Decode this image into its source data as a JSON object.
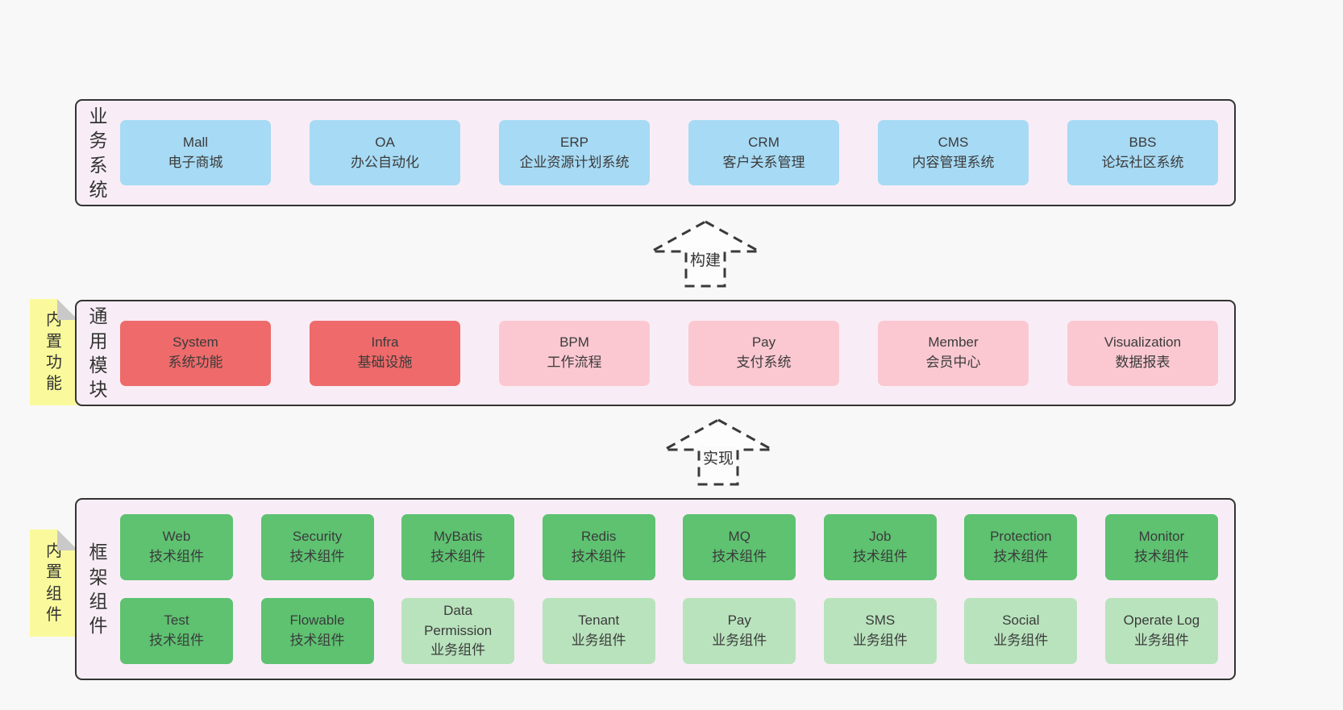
{
  "palette": {
    "page_bg": "#f8f8f8",
    "panel_bg": "#f8edf6",
    "panel_border": "#333333",
    "blue_box": "#a7daf4",
    "red_box": "#ef6a6a",
    "pink_box": "#fbc8d1",
    "green_box": "#5ec271",
    "light_green_box": "#b9e3bd",
    "note_yellow": "#fafa9d",
    "note_fold_gray": "#c9c9c9",
    "text": "#3b3b3b"
  },
  "layers": {
    "business": {
      "label": "业务系统",
      "boxes": [
        {
          "title": "Mall",
          "subtitle": "电子商城"
        },
        {
          "title": "OA",
          "subtitle": "办公自动化"
        },
        {
          "title": "ERP",
          "subtitle": "企业资源计划系统"
        },
        {
          "title": "CRM",
          "subtitle": "客户关系管理"
        },
        {
          "title": "CMS",
          "subtitle": "内容管理系统"
        },
        {
          "title": "BBS",
          "subtitle": "论坛社区系统"
        }
      ]
    },
    "modules": {
      "label": "通用模块",
      "note": "内置功能",
      "boxes": [
        {
          "title": "System",
          "subtitle": "系统功能"
        },
        {
          "title": "Infra",
          "subtitle": "基础设施"
        },
        {
          "title": "BPM",
          "subtitle": "工作流程"
        },
        {
          "title": "Pay",
          "subtitle": "支付系统"
        },
        {
          "title": "Member",
          "subtitle": "会员中心"
        },
        {
          "title": "Visualization",
          "subtitle": "数据报表"
        }
      ]
    },
    "components": {
      "label": "框架组件",
      "note": "内置组件",
      "row1": [
        {
          "title": "Web",
          "subtitle": "技术组件"
        },
        {
          "title": "Security",
          "subtitle": "技术组件"
        },
        {
          "title": "MyBatis",
          "subtitle": "技术组件"
        },
        {
          "title": "Redis",
          "subtitle": "技术组件"
        },
        {
          "title": "MQ",
          "subtitle": "技术组件"
        },
        {
          "title": "Job",
          "subtitle": "技术组件"
        },
        {
          "title": "Protection",
          "subtitle": "技术组件"
        },
        {
          "title": "Monitor",
          "subtitle": "技术组件"
        }
      ],
      "row2": [
        {
          "title": "Test",
          "subtitle": "技术组件"
        },
        {
          "title": "Flowable",
          "subtitle": "技术组件"
        },
        {
          "title": "Data Permission",
          "subtitle": "业务组件"
        },
        {
          "title": "Tenant",
          "subtitle": "业务组件"
        },
        {
          "title": "Pay",
          "subtitle": "业务组件"
        },
        {
          "title": "SMS",
          "subtitle": "业务组件"
        },
        {
          "title": "Social",
          "subtitle": "业务组件"
        },
        {
          "title": "Operate Log",
          "subtitle": "业务组件"
        }
      ]
    }
  },
  "arrows": {
    "build": {
      "label": "构建"
    },
    "implement": {
      "label": "实现"
    }
  }
}
